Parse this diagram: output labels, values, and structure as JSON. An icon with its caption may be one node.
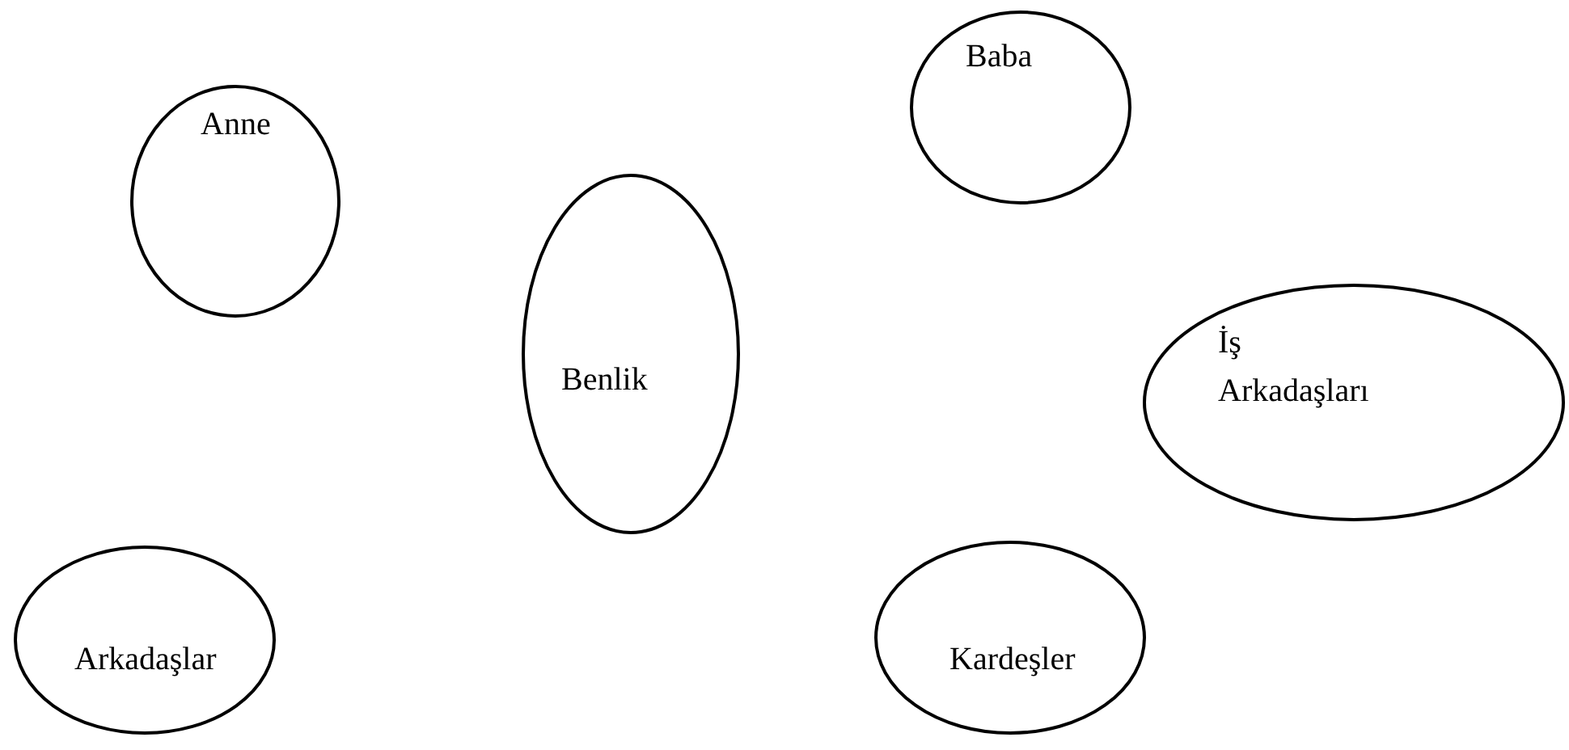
{
  "diagram": {
    "nodes": [
      {
        "text": [
          "Anne"
        ]
      },
      {
        "text": [
          "Baba"
        ]
      },
      {
        "text": [
          "Benlik"
        ]
      },
      {
        "text": [
          "İş Arkadaşları"
        ]
      },
      {
        "text": [
          "Arkadaşlar"
        ]
      },
      {
        "text": [
          "Kardeşler"
        ]
      }
    ]
  }
}
